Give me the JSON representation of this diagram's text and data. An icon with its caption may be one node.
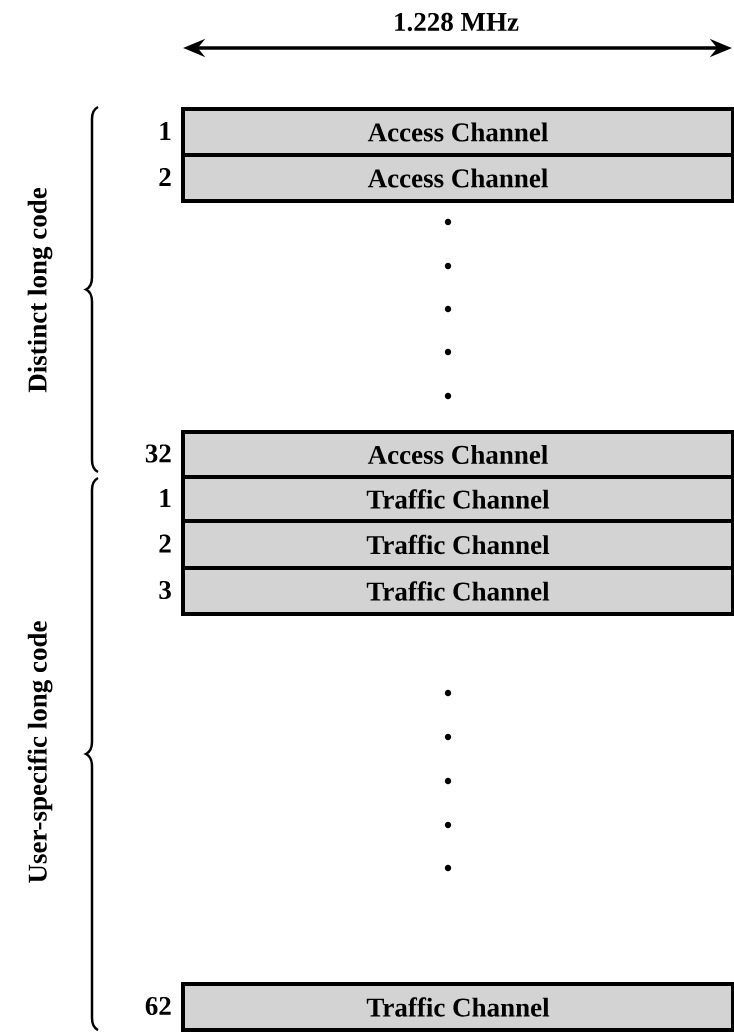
{
  "diagram": {
    "nodes": [
      {
        "text": [
          "Access Channel"
        ],
        "beside": [
          "1"
        ]
      },
      {
        "text": [
          "Access Channel"
        ],
        "beside": [
          "2"
        ]
      },
      {
        "text": [
          "Access Channel"
        ],
        "beside": [
          "32"
        ]
      },
      {
        "text": [
          "Traffic Channel"
        ],
        "beside": [
          "1"
        ]
      },
      {
        "text": [
          "Traffic Channel"
        ],
        "beside": [
          "2"
        ]
      },
      {
        "text": [
          "Traffic Channel"
        ],
        "beside": [
          "3"
        ]
      },
      {
        "text": [
          "Traffic Channel"
        ],
        "beside": [
          "62"
        ]
      }
    ],
    "labels": [
      "1.228 MHz",
      "Distinct long code",
      "User-specific long code"
    ]
  }
}
